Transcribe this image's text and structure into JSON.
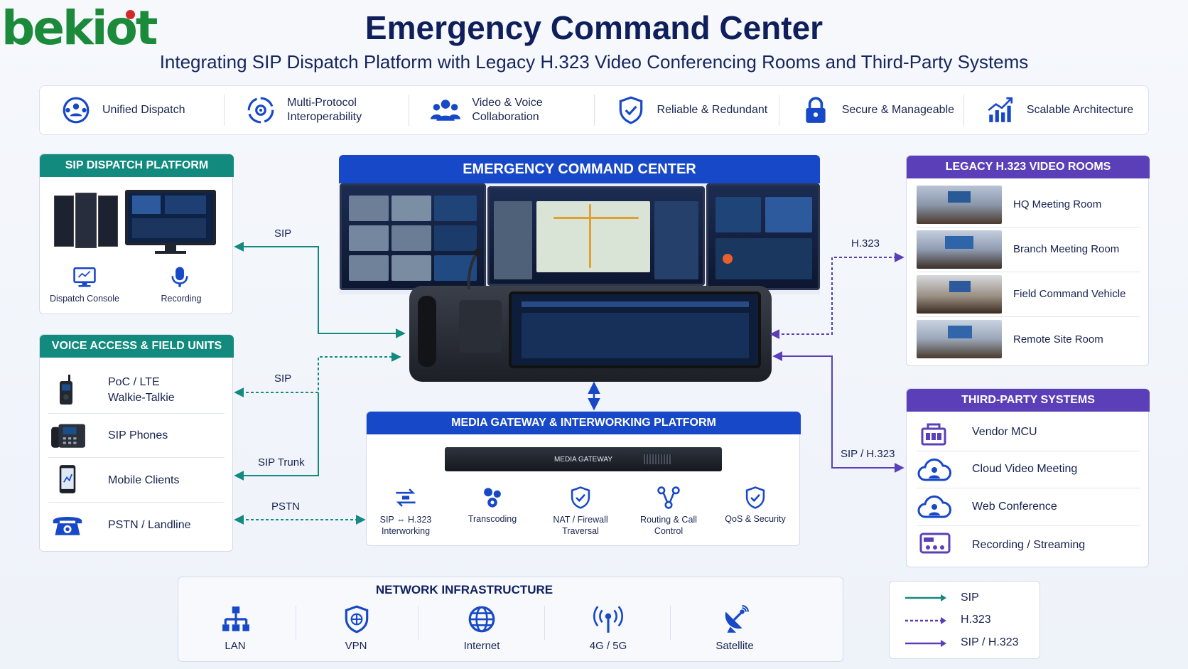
{
  "brand": {
    "logo_text": "bekiot"
  },
  "header": {
    "title": "Emergency Command Center",
    "subtitle": "Integrating SIP Dispatch Platform with Legacy H.323 Video Conferencing Rooms and Third-Party Systems"
  },
  "features": [
    {
      "label": "Unified Dispatch",
      "icon": "unified-dispatch-icon"
    },
    {
      "label": "Multi-Protocol\nInteroperability",
      "icon": "interoperability-icon"
    },
    {
      "label": "Video & Voice\nCollaboration",
      "icon": "collaboration-icon"
    },
    {
      "label": "Reliable & Redundant",
      "icon": "shield-check-icon"
    },
    {
      "label": "Secure & Manageable",
      "icon": "lock-icon"
    },
    {
      "label": "Scalable Architecture",
      "icon": "growth-chart-icon"
    }
  ],
  "sip_platform": {
    "title": "SIP DISPATCH PLATFORM",
    "items": [
      {
        "label": "Dispatch Console",
        "icon": "monitor-icon"
      },
      {
        "label": "Recording",
        "icon": "microphone-icon"
      }
    ]
  },
  "voice_access": {
    "title": "VOICE ACCESS & FIELD UNITS",
    "items": [
      {
        "label": "PoC / LTE\nWalkie-Talkie",
        "icon": "walkie-talkie-icon"
      },
      {
        "label": "SIP Phones",
        "icon": "desk-phone-icon"
      },
      {
        "label": "Mobile Clients",
        "icon": "smartphone-icon"
      },
      {
        "label": "PSTN / Landline",
        "icon": "telephone-icon"
      }
    ]
  },
  "command_center": {
    "title": "EMERGENCY COMMAND CENTER"
  },
  "legacy_rooms": {
    "title": "LEGACY H.323 VIDEO ROOMS",
    "items": [
      {
        "label": "HQ Meeting Room"
      },
      {
        "label": "Branch Meeting Room"
      },
      {
        "label": "Field Command Vehicle"
      },
      {
        "label": "Remote Site Room"
      }
    ]
  },
  "third_party": {
    "title": "THIRD-PARTY SYSTEMS",
    "items": [
      {
        "label": "Vendor MCU",
        "icon": "mcu-icon"
      },
      {
        "label": "Cloud Video Meeting",
        "icon": "cloud-user-icon"
      },
      {
        "label": "Web Conference",
        "icon": "cloud-user-icon"
      },
      {
        "label": "Recording / Streaming",
        "icon": "recorder-icon"
      }
    ]
  },
  "gateway": {
    "title": "MEDIA GATEWAY & INTERWORKING PLATFORM",
    "device_label": "MEDIA GATEWAY",
    "functions": [
      {
        "label": "SIP ⇔ H.323\nInterworking",
        "icon": "interworking-icon"
      },
      {
        "label": "Transcoding",
        "icon": "transcoding-icon"
      },
      {
        "label": "NAT / Firewall\nTraversal",
        "icon": "shield-check-icon"
      },
      {
        "label": "Routing & Call\nControl",
        "icon": "routing-icon"
      },
      {
        "label": "QoS & Security",
        "icon": "shield-check-icon"
      }
    ]
  },
  "network": {
    "title": "NETWORK INFRASTRUCTURE",
    "items": [
      {
        "label": "LAN",
        "icon": "lan-icon"
      },
      {
        "label": "VPN",
        "icon": "vpn-shield-icon"
      },
      {
        "label": "Internet",
        "icon": "globe-icon"
      },
      {
        "label": "4G / 5G",
        "icon": "antenna-icon"
      },
      {
        "label": "Satellite",
        "icon": "satellite-icon"
      }
    ]
  },
  "connections": {
    "sip_platform": "SIP",
    "sip_field": "SIP",
    "sip_trunk": "SIP Trunk",
    "pstn": "PSTN",
    "h323": "H.323",
    "sip_h323": "SIP / H.323"
  },
  "legend": [
    {
      "label": "SIP",
      "color": "#138a7e",
      "style": "solid"
    },
    {
      "label": "H.323",
      "color": "#5a3fb8",
      "style": "dashed"
    },
    {
      "label": "SIP / H.323",
      "color": "#5a3fb8",
      "style": "solid"
    }
  ],
  "colors": {
    "teal": "#138a7e",
    "blue": "#1748c8",
    "purple": "#5a3fb8",
    "navy": "#0f1f5c"
  }
}
